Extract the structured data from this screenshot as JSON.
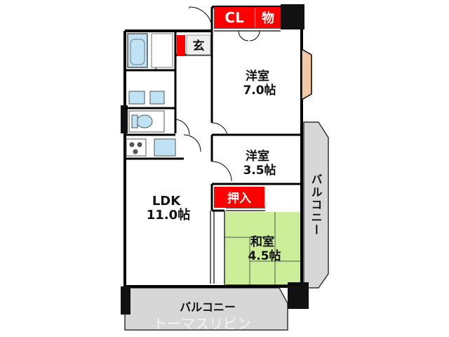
{
  "rooms": {
    "closet_cl": "CL",
    "storage": "物",
    "entrance": "玄",
    "western_room_1": {
      "name": "洋室",
      "size": "7.0帖"
    },
    "western_room_2": {
      "name": "洋室",
      "size": "3.5帖"
    },
    "ldk": {
      "name": "LDK",
      "size": "11.0帖"
    },
    "japanese_room": {
      "name": "和室",
      "size": "4.5帖"
    },
    "oshiire": "押入"
  },
  "balconies": {
    "east": "バルコニー",
    "south": "バルコニー"
  },
  "watermark": "トーマスリビン",
  "colors": {
    "red_label": "#ff0000",
    "tatami": "#ccee99",
    "balcony": "#d7d7d7",
    "wall": "#000000",
    "bay_window": "#f2c9a8"
  }
}
